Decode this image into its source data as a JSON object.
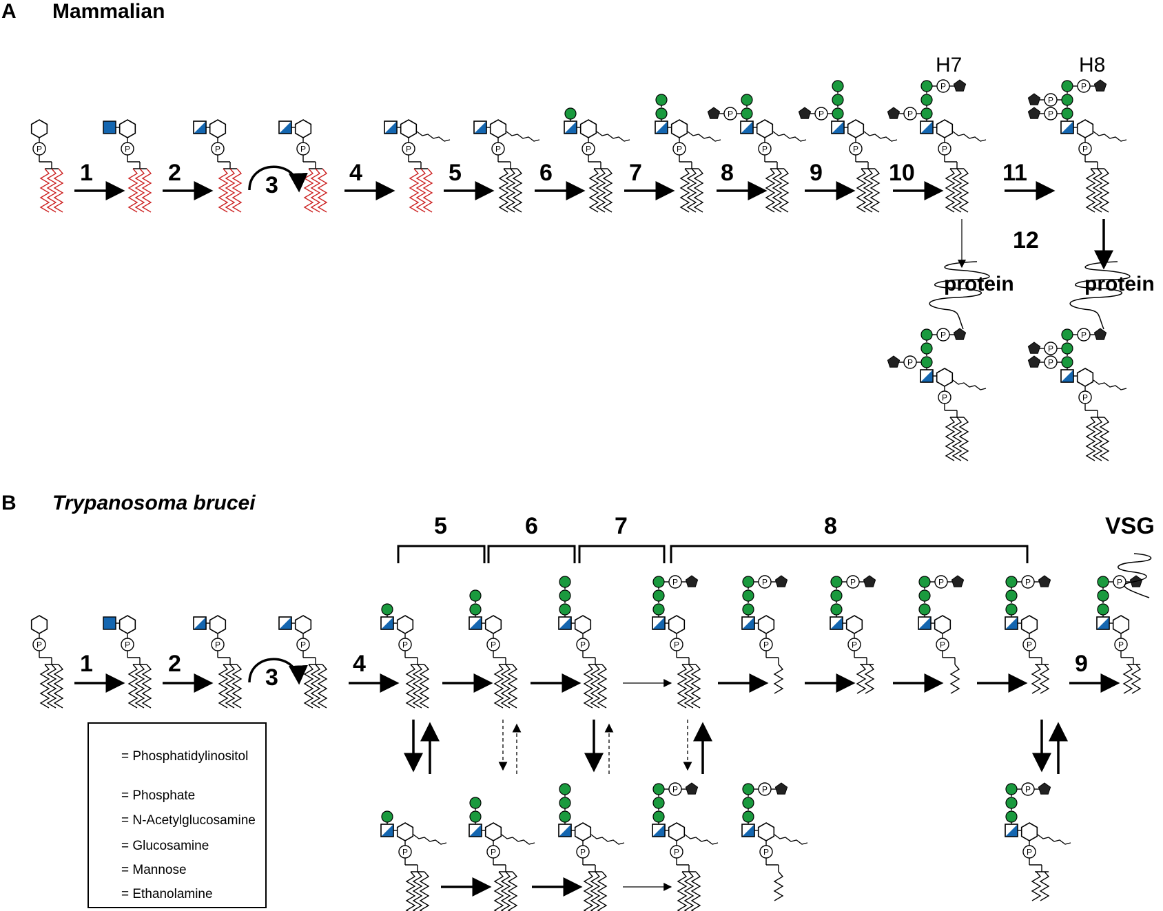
{
  "panel_a": {
    "letter": "A",
    "title": "Mammalian",
    "steps": [
      "1",
      "2",
      "3",
      "4",
      "5",
      "6",
      "7",
      "8",
      "9",
      "10",
      "11",
      "12"
    ],
    "labels": {
      "h7": "H7",
      "h8": "H8",
      "protein_left": "protein",
      "protein_right": "protein"
    }
  },
  "panel_b": {
    "letter": "B",
    "title": "Trypanosoma brucei",
    "steps": [
      "1",
      "2",
      "3",
      "4",
      "9"
    ],
    "bracket_labels": [
      "5",
      "6",
      "7",
      "8"
    ],
    "vsg": "VSG"
  },
  "legend": {
    "items": [
      {
        "label": "= Phosphatidylinositol"
      },
      {
        "label": "= Phosphate"
      },
      {
        "label": "= N-Acetylglucosamine"
      },
      {
        "label": "= Glucosamine"
      },
      {
        "label": "= Mannose"
      },
      {
        "label": "= Ethanolamine"
      }
    ]
  },
  "symbols": {
    "phosphate_letter": "P"
  },
  "colors": {
    "glcnac_blue": "#1466b0",
    "mannose_green": "#1a9a3e",
    "ethanolamine": "#222222",
    "lipid_red": "#cc2222",
    "lipid_black": "#000000"
  }
}
